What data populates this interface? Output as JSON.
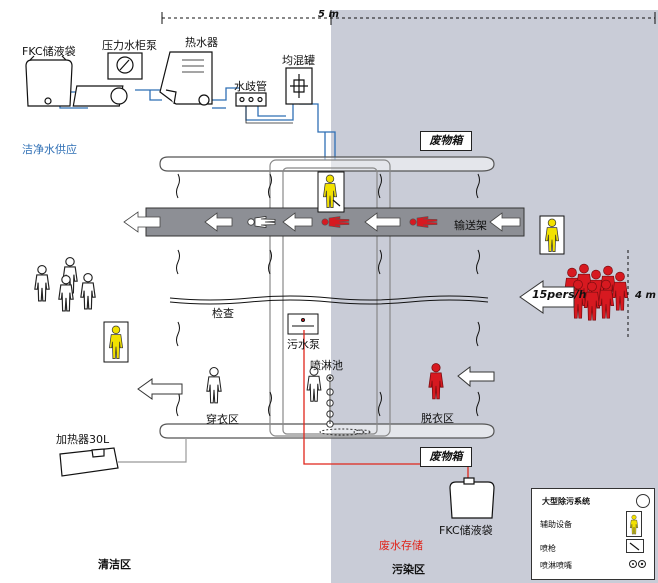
{
  "top_dimension": "5 m",
  "side_dimension": "4 m",
  "flow_rate": "15pers/h",
  "equipment": {
    "fkc_bag_top": "FKC储液袋",
    "pressure_tank": "压力水柜泵",
    "water_heater": "热水器",
    "manifold": "水歧管",
    "mixer": "均混罐",
    "clean_water_supply": "洁净水供应",
    "waste_box_top": "废物箱",
    "conveyor": "输送架",
    "inspection": "检查",
    "sewage_pump": "污水泵",
    "shower_pool": "喷淋池",
    "dressing_area": "穿衣区",
    "undressing_area": "脱衣区",
    "heater": "加热器30L",
    "waste_box_bottom": "废物箱",
    "fkc_bag_bottom": "FKC储液袋",
    "waste_water_storage": "废水存储"
  },
  "zones": {
    "clean": "清洁区",
    "contaminated": "污染区"
  },
  "legend": {
    "title": "大型除污系统",
    "items": [
      "辅助设备",
      "喷枪",
      "喷淋喷嘴"
    ]
  },
  "colors": {
    "contaminated_zone": "#c9ccd7",
    "person_yellow": "#f2e100",
    "person_red": "#d71920",
    "clean_water_line": "#2f6fb5",
    "waste_water_line": "#e0251b",
    "conveyor": "#8d8f95"
  }
}
